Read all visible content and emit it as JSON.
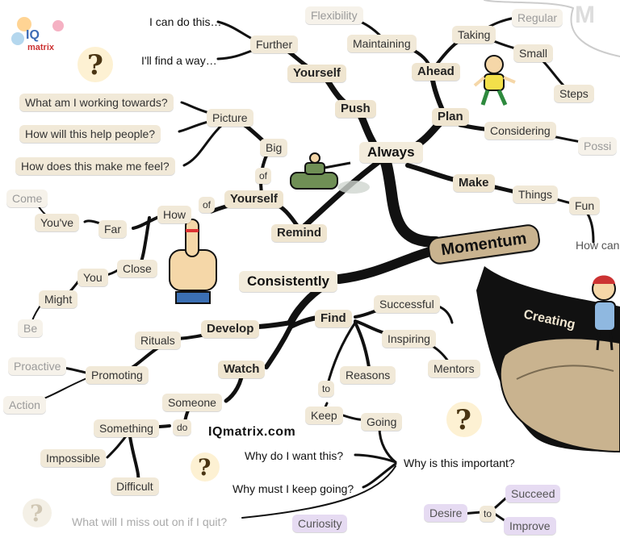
{
  "logo": {
    "letters": "IQ",
    "word": "matrix"
  },
  "site": "IQmatrix.com",
  "hub": "Momentum",
  "main": {
    "always": "Always",
    "consistently": "Consistently",
    "push": "Push",
    "yourself_top": "Yourself",
    "further": "Further",
    "i_can": "I can do this…",
    "find_way": "I'll find a way…",
    "plan": "Plan",
    "ahead": "Ahead",
    "maintaining": "Maintaining",
    "flexibility": "Flexibility",
    "taking": "Taking",
    "regular": "Regular",
    "small": "Small",
    "steps": "Steps",
    "considering": "Considering",
    "possi": "Possi",
    "make": "Make",
    "things": "Things",
    "fun": "Fun",
    "how_can": "How can",
    "creating": "Creating",
    "picture": "Picture",
    "big": "Big",
    "of1": "of",
    "q1": "What am I working towards?",
    "q2": "How will this help people?",
    "q3": "How does this make me feel?",
    "remind": "Remind",
    "yourself_mid": "Yourself",
    "of2": "of",
    "how": "How",
    "far": "Far",
    "youve": "You've",
    "come": "Come",
    "close": "Close",
    "you": "You",
    "might": "Might",
    "be": "Be",
    "develop": "Develop",
    "rituals": "Rituals",
    "promoting": "Promoting",
    "proactive": "Proactive",
    "action": "Action",
    "find": "Find",
    "successful": "Successful",
    "inspiring": "Inspiring",
    "mentors": "Mentors",
    "reasons": "Reasons",
    "to": "to",
    "keep": "Keep",
    "going": "Going",
    "why_important": "Why is this important?",
    "why_want": "Why do I want this?",
    "why_keep": "Why must I keep going?",
    "watch": "Watch",
    "someone": "Someone",
    "do": "do",
    "something": "Something",
    "impossible": "Impossible",
    "difficult": "Difficult",
    "miss_out": "What will I miss out on if I quit?",
    "curiosity": "Curiosity",
    "desire": "Desire",
    "to2": "to",
    "succeed": "Succeed",
    "improve": "Improve"
  },
  "colors": {
    "branch": "#111111",
    "hub_fill": "#c9b38f",
    "node_fill": "#f1e9d8",
    "wing_fill": "#c9b38f"
  }
}
